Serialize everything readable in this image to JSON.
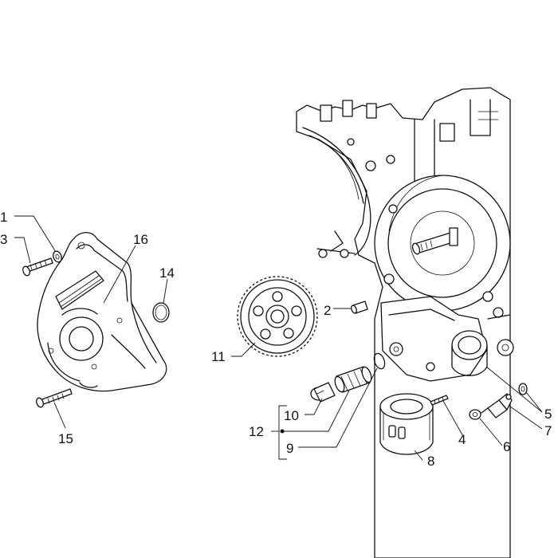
{
  "callouts": [
    {
      "id": "c1",
      "label": "1"
    },
    {
      "id": "c2",
      "label": "2"
    },
    {
      "id": "c3",
      "label": "3"
    },
    {
      "id": "c4",
      "label": "4"
    },
    {
      "id": "c5",
      "label": "5"
    },
    {
      "id": "c6",
      "label": "6"
    },
    {
      "id": "c7",
      "label": "7"
    },
    {
      "id": "c8",
      "label": "8"
    },
    {
      "id": "c9",
      "label": "9"
    },
    {
      "id": "c10",
      "label": "10"
    },
    {
      "id": "c11",
      "label": "11"
    },
    {
      "id": "c12",
      "label": "12"
    },
    {
      "id": "c14",
      "label": "14"
    },
    {
      "id": "c15",
      "label": "15"
    },
    {
      "id": "c16",
      "label": "16"
    }
  ]
}
